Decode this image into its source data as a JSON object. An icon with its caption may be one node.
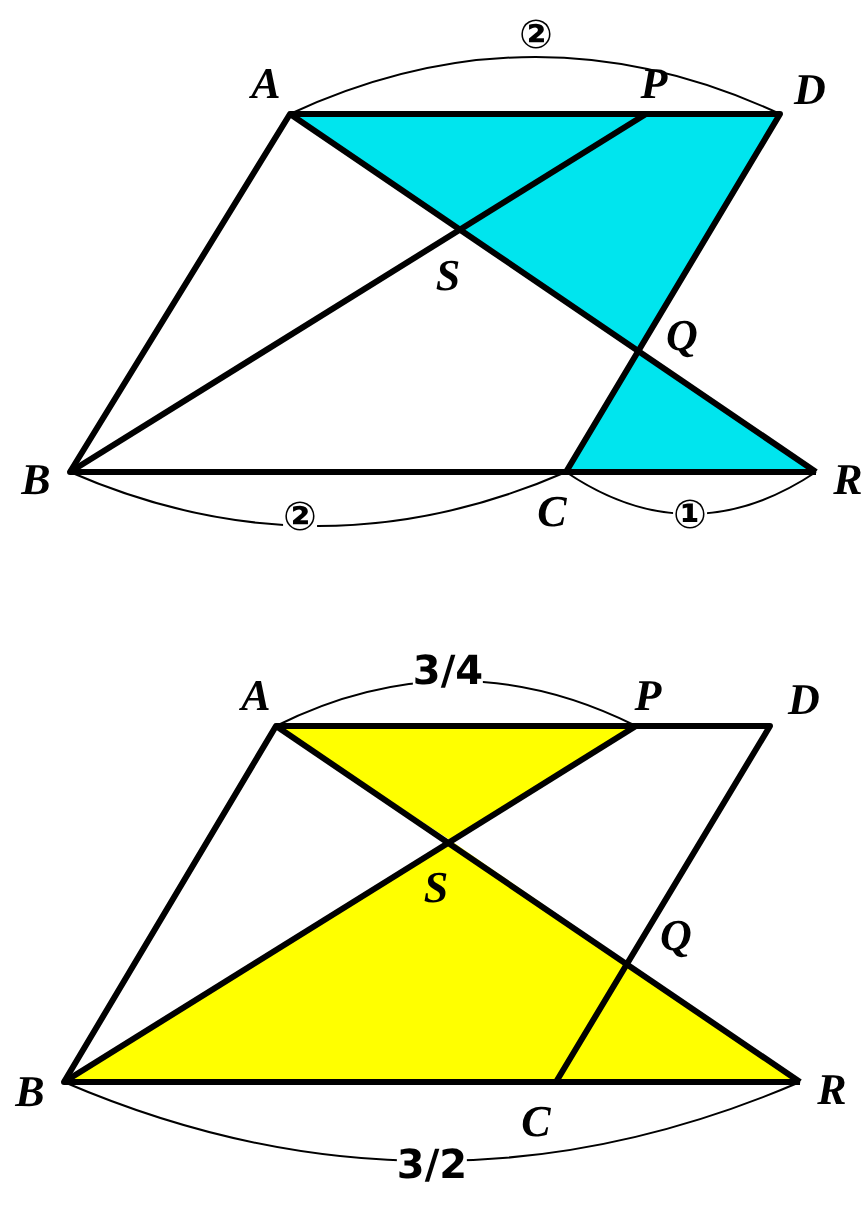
{
  "diagram": {
    "labels": [
      "A",
      "P",
      "D",
      "S",
      "Q",
      "B",
      "C",
      "R",
      "②",
      "②",
      "①",
      "A",
      "P",
      "D",
      "S",
      "Q",
      "B",
      "C",
      "R",
      "3/4",
      "3/2"
    ]
  }
}
